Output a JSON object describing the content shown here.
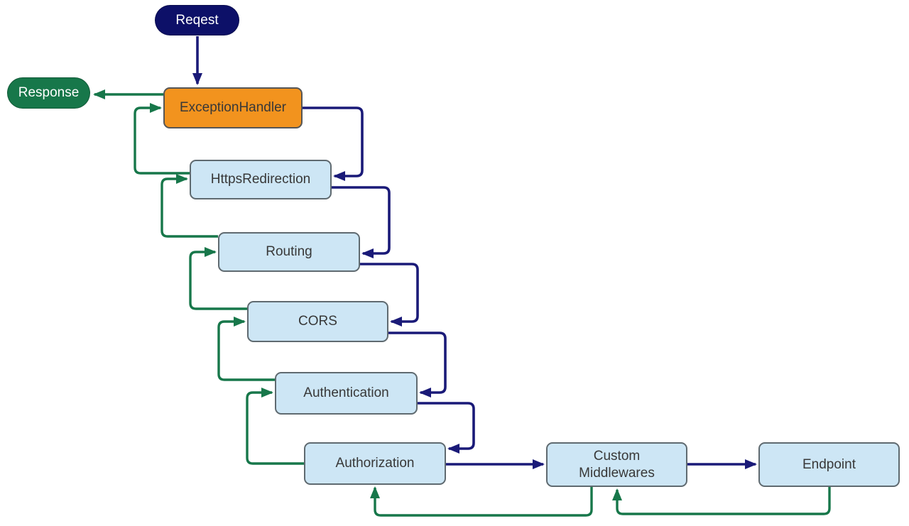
{
  "diagram": {
    "type": "flowchart",
    "description_nodes": "ASP.NET Core style middleware pipeline with forward (navy) and return (green) arrows"
  },
  "colors": {
    "request_fill": "#0d1068",
    "response_fill": "#17774a",
    "forward_arrow": "#1a1a78",
    "return_arrow": "#17774a",
    "middleware_fill": "#cde6f5",
    "middleware_border": "#5f6a70",
    "exception_fill": "#f2931e",
    "exception_border": "#565656",
    "node_text": "#383838",
    "terminal_text": "#ffffff"
  },
  "nodes": [
    {
      "id": "request",
      "label": "Reqest",
      "type": "terminal"
    },
    {
      "id": "response",
      "label": "Response",
      "type": "terminal"
    },
    {
      "id": "exception-handler",
      "label": "ExceptionHandler",
      "type": "exception"
    },
    {
      "id": "https-redirection",
      "label": "HttpsRedirection",
      "type": "middleware"
    },
    {
      "id": "routing",
      "label": "Routing",
      "type": "middleware"
    },
    {
      "id": "cors",
      "label": "CORS",
      "type": "middleware"
    },
    {
      "id": "authentication",
      "label": "Authentication",
      "type": "middleware"
    },
    {
      "id": "authorization",
      "label": "Authorization",
      "type": "middleware"
    },
    {
      "id": "custom-middlewares",
      "label": "Custom\nMiddlewares",
      "type": "middleware"
    },
    {
      "id": "endpoint",
      "label": "Endpoint",
      "type": "middleware"
    }
  ],
  "edges": [
    {
      "from": "request",
      "to": "exception-handler",
      "kind": "forward"
    },
    {
      "from": "exception-handler",
      "to": "https-redirection",
      "kind": "forward"
    },
    {
      "from": "https-redirection",
      "to": "routing",
      "kind": "forward"
    },
    {
      "from": "routing",
      "to": "cors",
      "kind": "forward"
    },
    {
      "from": "cors",
      "to": "authentication",
      "kind": "forward"
    },
    {
      "from": "authentication",
      "to": "authorization",
      "kind": "forward"
    },
    {
      "from": "authorization",
      "to": "custom-middlewares",
      "kind": "forward"
    },
    {
      "from": "custom-middlewares",
      "to": "endpoint",
      "kind": "forward"
    },
    {
      "from": "exception-handler",
      "to": "response",
      "kind": "return"
    },
    {
      "from": "https-redirection",
      "to": "exception-handler",
      "kind": "return"
    },
    {
      "from": "routing",
      "to": "https-redirection",
      "kind": "return"
    },
    {
      "from": "cors",
      "to": "routing",
      "kind": "return"
    },
    {
      "from": "authentication",
      "to": "cors",
      "kind": "return"
    },
    {
      "from": "authorization",
      "to": "authentication",
      "kind": "return"
    },
    {
      "from": "custom-middlewares",
      "to": "authorization",
      "kind": "return"
    },
    {
      "from": "endpoint",
      "to": "custom-middlewares",
      "kind": "return"
    }
  ]
}
